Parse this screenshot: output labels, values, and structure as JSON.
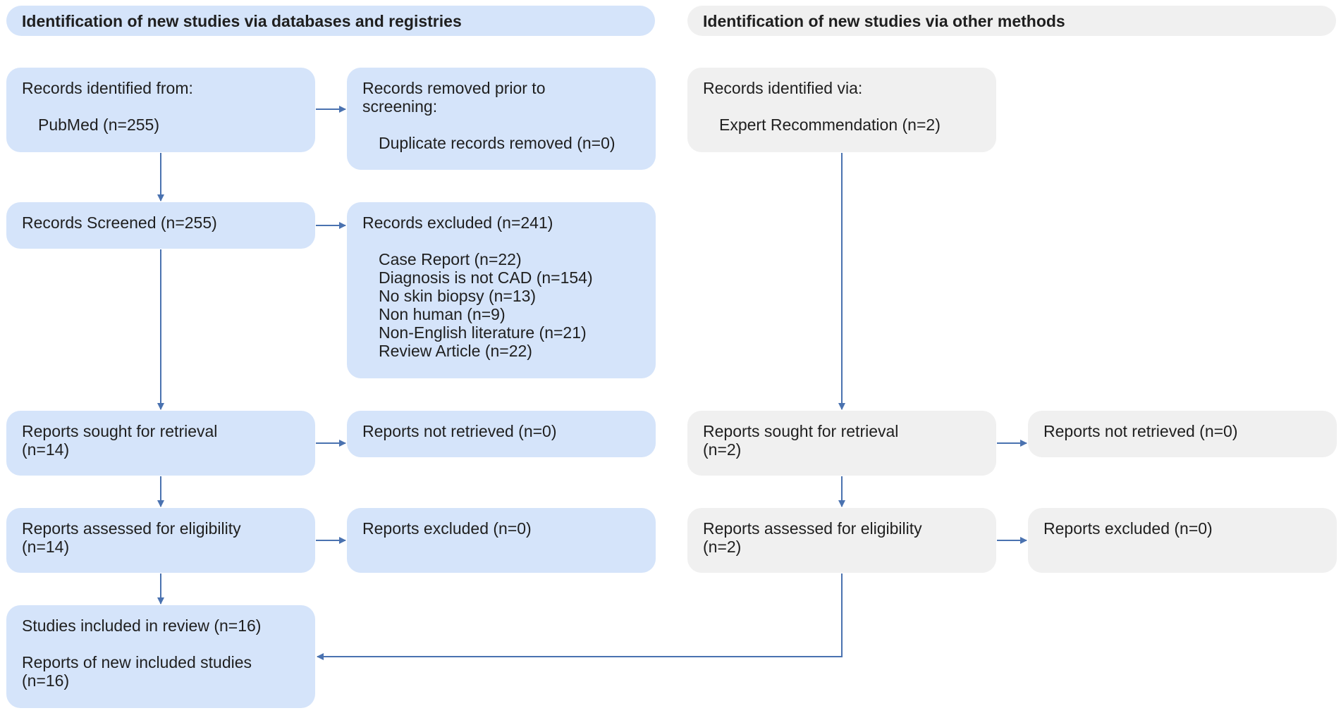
{
  "headers": {
    "left": "Identification of new studies via databases and registries",
    "right": "Identification of new studies via other methods"
  },
  "db": {
    "identified": {
      "title": "Records identified from:",
      "items": [
        "PubMed (n=255)"
      ]
    },
    "removed": {
      "title_lines": [
        "Records removed prior to",
        "screening:"
      ],
      "items": [
        "Duplicate records removed (n=0)"
      ]
    },
    "screened": {
      "title": "Records Screened (n=255)"
    },
    "excluded": {
      "title": "Records excluded (n=241)",
      "items": [
        "Case Report (n=22)",
        "Diagnosis is not CAD (n=154)",
        "No skin biopsy (n=13)",
        "Non human (n=9)",
        "Non-English literature (n=21)",
        "Review Article (n=22)"
      ]
    },
    "sought": {
      "lines": [
        "Reports sought for retrieval",
        "(n=14)"
      ]
    },
    "not_retrieved": {
      "title": "Reports not retrieved (n=0)"
    },
    "assessed": {
      "lines": [
        "Reports assessed for eligibility",
        "(n=14)"
      ]
    },
    "reports_excluded": {
      "title": "Reports excluded (n=0)"
    },
    "included": {
      "line1": "Studies included in review (n=16)",
      "line2": [
        "Reports of new included studies",
        "(n=16)"
      ]
    }
  },
  "other": {
    "identified": {
      "title": "Records identified via:",
      "items": [
        "Expert Recommendation (n=2)"
      ]
    },
    "sought": {
      "lines": [
        "Reports sought for retrieval",
        "(n=2)"
      ]
    },
    "not_retrieved": {
      "title": "Reports not retrieved (n=0)"
    },
    "assessed": {
      "lines": [
        "Reports assessed for eligibility",
        "(n=2)"
      ]
    },
    "reports_excluded": {
      "title": "Reports excluded (n=0)"
    }
  },
  "colors": {
    "blue_box": "#d5e4fa",
    "gray_box": "#f0f0f0",
    "arrow": "#4a72b0"
  }
}
